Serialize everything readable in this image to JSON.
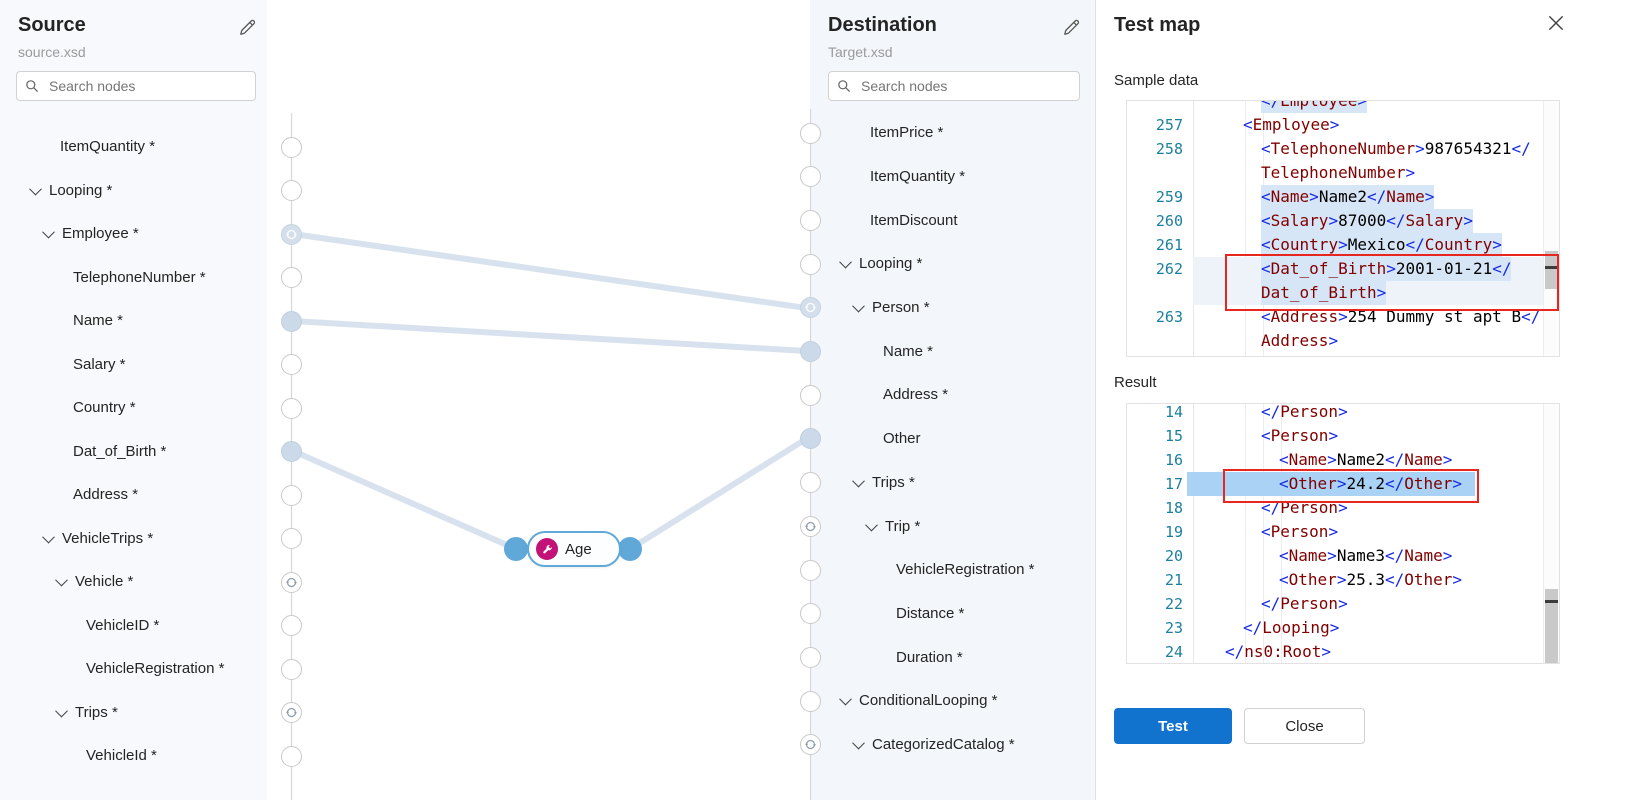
{
  "colors": {
    "accent": "#1173cd",
    "annotation": "#e8251f",
    "function-icon": "#c31277",
    "port": "#5fa8d8",
    "edge": "#d8e2ee",
    "selection": "#a9d2f4",
    "highlight": "#d7e6f7"
  },
  "source_panel": {
    "title": "Source",
    "file": "source.xsd",
    "search_placeholder": "Search nodes",
    "nodes": [
      {
        "label": "ItemQuantity *",
        "depth": 2,
        "expandable": false,
        "handle": "plain"
      },
      {
        "label": "Looping *",
        "depth": 1,
        "expandable": true,
        "handle": "plain"
      },
      {
        "label": "Employee *",
        "depth": 2,
        "expandable": true,
        "handle": "loop-connected"
      },
      {
        "label": "TelephoneNumber *",
        "depth": 3,
        "expandable": false,
        "handle": "plain"
      },
      {
        "label": "Name *",
        "depth": 3,
        "expandable": false,
        "handle": "plain-connected"
      },
      {
        "label": "Salary *",
        "depth": 3,
        "expandable": false,
        "handle": "plain"
      },
      {
        "label": "Country *",
        "depth": 3,
        "expandable": false,
        "handle": "plain"
      },
      {
        "label": "Dat_of_Birth *",
        "depth": 3,
        "expandable": false,
        "handle": "plain-connected"
      },
      {
        "label": "Address *",
        "depth": 3,
        "expandable": false,
        "handle": "plain"
      },
      {
        "label": "VehicleTrips *",
        "depth": 2,
        "expandable": true,
        "handle": "plain"
      },
      {
        "label": "Vehicle *",
        "depth": 3,
        "expandable": true,
        "handle": "loop"
      },
      {
        "label": "VehicleID *",
        "depth": 4,
        "expandable": false,
        "handle": "plain"
      },
      {
        "label": "VehicleRegistration *",
        "depth": 4,
        "expandable": false,
        "handle": "plain"
      },
      {
        "label": "Trips *",
        "depth": 3,
        "expandable": true,
        "handle": "loop"
      },
      {
        "label": "VehicleId *",
        "depth": 4,
        "expandable": false,
        "handle": "plain"
      }
    ]
  },
  "destination_panel": {
    "title": "Destination",
    "file": "Target.xsd",
    "search_placeholder": "Search nodes",
    "nodes": [
      {
        "label": "ItemPrice *",
        "depth": 2,
        "expandable": false,
        "handle": "plain"
      },
      {
        "label": "ItemQuantity *",
        "depth": 2,
        "expandable": false,
        "handle": "plain"
      },
      {
        "label": "ItemDiscount",
        "depth": 2,
        "expandable": false,
        "handle": "plain"
      },
      {
        "label": "Looping *",
        "depth": 1,
        "expandable": true,
        "handle": "plain"
      },
      {
        "label": "Person *",
        "depth": 2,
        "expandable": true,
        "handle": "loop-connected"
      },
      {
        "label": "Name *",
        "depth": 3,
        "expandable": false,
        "handle": "plain-connected"
      },
      {
        "label": "Address *",
        "depth": 3,
        "expandable": false,
        "handle": "plain"
      },
      {
        "label": "Other",
        "depth": 3,
        "expandable": false,
        "handle": "plain-connected"
      },
      {
        "label": "Trips *",
        "depth": 2,
        "expandable": true,
        "handle": "plain"
      },
      {
        "label": "Trip *",
        "depth": 3,
        "expandable": true,
        "handle": "loop"
      },
      {
        "label": "VehicleRegistration *",
        "depth": 4,
        "expandable": false,
        "handle": "plain"
      },
      {
        "label": "Distance *",
        "depth": 4,
        "expandable": false,
        "handle": "plain"
      },
      {
        "label": "Duration *",
        "depth": 4,
        "expandable": false,
        "handle": "plain"
      },
      {
        "label": "ConditionalLooping *",
        "depth": 1,
        "expandable": true,
        "handle": "plain"
      },
      {
        "label": "CategorizedCatalog *",
        "depth": 2,
        "expandable": true,
        "handle": "loop"
      }
    ]
  },
  "function_node": {
    "label": "Age",
    "icon": "wrench-icon"
  },
  "test_panel": {
    "title": "Test map",
    "sample_label": "Sample data",
    "result_label": "Result",
    "test_button": "Test",
    "close_button": "Close",
    "sample_editor": {
      "lines": [
        {
          "num": "",
          "ind": 3,
          "hl": true,
          "seg": [
            [
              "d",
              "</"
            ],
            [
              "t",
              "Employee"
            ],
            [
              "d",
              ">"
            ]
          ]
        },
        {
          "num": "257",
          "ind": 2,
          "seg": [
            [
              "d",
              "<"
            ],
            [
              "t",
              "Employee"
            ],
            [
              "d",
              ">"
            ]
          ]
        },
        {
          "num": "258",
          "ind": 3,
          "seg": [
            [
              "d",
              "<"
            ],
            [
              "t",
              "TelephoneNumber"
            ],
            [
              "d",
              ">"
            ],
            [
              "x",
              "987654321"
            ],
            [
              "d",
              "</"
            ]
          ]
        },
        {
          "num": "",
          "ind": 3,
          "seg": [
            [
              "t",
              "TelephoneNumber"
            ],
            [
              "d",
              ">"
            ]
          ]
        },
        {
          "num": "259",
          "ind": 3,
          "hl": true,
          "seg": [
            [
              "d",
              "<"
            ],
            [
              "t",
              "Name"
            ],
            [
              "d",
              ">"
            ],
            [
              "x",
              "Name2"
            ],
            [
              "d",
              "</"
            ],
            [
              "t",
              "Name"
            ],
            [
              "d",
              ">"
            ]
          ]
        },
        {
          "num": "260",
          "ind": 3,
          "hl": true,
          "seg": [
            [
              "d",
              "<"
            ],
            [
              "t",
              "Salary"
            ],
            [
              "d",
              ">"
            ],
            [
              "x",
              "87000"
            ],
            [
              "d",
              "</"
            ],
            [
              "t",
              "Salary"
            ],
            [
              "d",
              ">"
            ]
          ]
        },
        {
          "num": "261",
          "ind": 3,
          "hl": true,
          "seg": [
            [
              "d",
              "<"
            ],
            [
              "t",
              "Country"
            ],
            [
              "d",
              ">"
            ],
            [
              "x",
              "Mexico"
            ],
            [
              "d",
              "</"
            ],
            [
              "t",
              "Country"
            ],
            [
              "d",
              ">"
            ]
          ]
        },
        {
          "num": "262",
          "ind": 3,
          "hl": true,
          "cur": true,
          "seg": [
            [
              "d",
              "<"
            ],
            [
              "t",
              "Dat_of_Birth"
            ],
            [
              "d",
              ">"
            ],
            [
              "x",
              "2001-01-21"
            ],
            [
              "d",
              "</"
            ]
          ]
        },
        {
          "num": "",
          "ind": 3,
          "hl": true,
          "cur": true,
          "seg": [
            [
              "t",
              "Dat_of_Birth"
            ],
            [
              "d",
              ">"
            ]
          ]
        },
        {
          "num": "263",
          "ind": 3,
          "seg": [
            [
              "d",
              "<"
            ],
            [
              "t",
              "Address"
            ],
            [
              "d",
              ">"
            ],
            [
              "x",
              "254 Dummy st apt B"
            ],
            [
              "d",
              "</"
            ]
          ]
        },
        {
          "num": "",
          "ind": 3,
          "seg": [
            [
              "t",
              "Address"
            ],
            [
              "d",
              ">"
            ]
          ]
        }
      ]
    },
    "result_editor": {
      "lines": [
        {
          "num": "14",
          "ind": 3,
          "seg": [
            [
              "d",
              "</"
            ],
            [
              "t",
              "Person"
            ],
            [
              "d",
              ">"
            ]
          ]
        },
        {
          "num": "15",
          "ind": 3,
          "seg": [
            [
              "d",
              "<"
            ],
            [
              "t",
              "Person"
            ],
            [
              "d",
              ">"
            ]
          ]
        },
        {
          "num": "16",
          "ind": 4,
          "seg": [
            [
              "d",
              "<"
            ],
            [
              "t",
              "Name"
            ],
            [
              "d",
              ">"
            ],
            [
              "x",
              "Name2"
            ],
            [
              "d",
              "</"
            ],
            [
              "t",
              "Name"
            ],
            [
              "d",
              ">"
            ]
          ]
        },
        {
          "num": "17",
          "ind": 4,
          "sel": true,
          "seg": [
            [
              "d",
              "<"
            ],
            [
              "t",
              "Other"
            ],
            [
              "d",
              ">"
            ],
            [
              "x",
              "24.2"
            ],
            [
              "d",
              "</"
            ],
            [
              "t",
              "Other"
            ],
            [
              "d",
              ">"
            ]
          ]
        },
        {
          "num": "18",
          "ind": 3,
          "seg": [
            [
              "d",
              "</"
            ],
            [
              "t",
              "Person"
            ],
            [
              "d",
              ">"
            ]
          ]
        },
        {
          "num": "19",
          "ind": 3,
          "seg": [
            [
              "d",
              "<"
            ],
            [
              "t",
              "Person"
            ],
            [
              "d",
              ">"
            ]
          ]
        },
        {
          "num": "20",
          "ind": 4,
          "seg": [
            [
              "d",
              "<"
            ],
            [
              "t",
              "Name"
            ],
            [
              "d",
              ">"
            ],
            [
              "x",
              "Name3"
            ],
            [
              "d",
              "</"
            ],
            [
              "t",
              "Name"
            ],
            [
              "d",
              ">"
            ]
          ]
        },
        {
          "num": "21",
          "ind": 4,
          "seg": [
            [
              "d",
              "<"
            ],
            [
              "t",
              "Other"
            ],
            [
              "d",
              ">"
            ],
            [
              "x",
              "25.3"
            ],
            [
              "d",
              "</"
            ],
            [
              "t",
              "Other"
            ],
            [
              "d",
              ">"
            ]
          ]
        },
        {
          "num": "22",
          "ind": 3,
          "seg": [
            [
              "d",
              "</"
            ],
            [
              "t",
              "Person"
            ],
            [
              "d",
              ">"
            ]
          ]
        },
        {
          "num": "23",
          "ind": 2,
          "seg": [
            [
              "d",
              "</"
            ],
            [
              "t",
              "Looping"
            ],
            [
              "d",
              ">"
            ]
          ]
        },
        {
          "num": "24",
          "ind": 1,
          "seg": [
            [
              "d",
              "</"
            ],
            [
              "t",
              "ns0:Root"
            ],
            [
              "d",
              ">"
            ]
          ]
        }
      ]
    }
  }
}
